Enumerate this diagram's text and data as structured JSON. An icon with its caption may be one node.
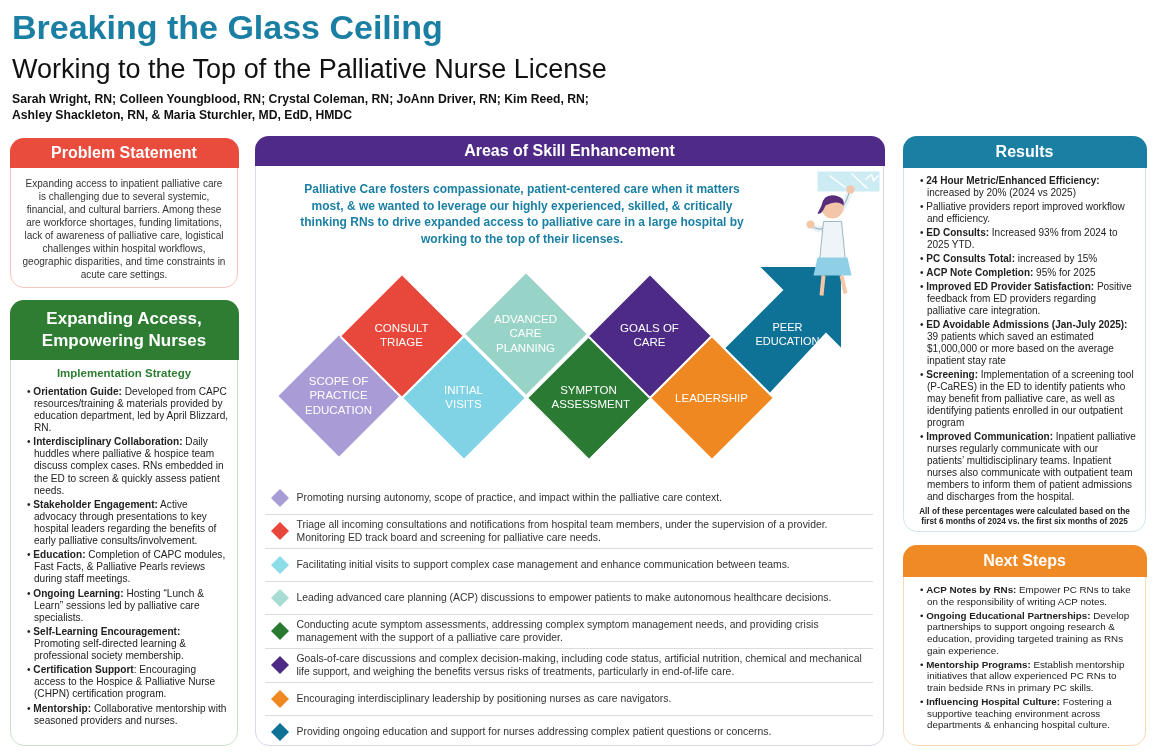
{
  "diagram": {
    "title": "Breaking the Glass Ceiling",
    "nodes": [
      {
        "text": [
          "Problem Statement",
          "Expanding access to inpatient palliative care is challenging due to several systemic, financial, and cultural barriers. Among these are workforce shortages, funding limitations, lack of awareness of palliative care, logistical challenges within hospital workflows, geographic disparities, and time constraints in acute care settings."
        ]
      },
      {
        "text": [
          "Expanding Access, Empowering Nurses",
          "Implementation Strategy",
          "• **Orientation Guide:**  Developed from CAPC resources/training & materials provided by education department, led by April Blizzard, RN.",
          "• **Interdisciplinary Collaboration:** Daily huddles where palliative & hospice team discuss complex cases. RNs embedded in the ED to screen & quickly assess patient needs.",
          "• **Stakeholder Engagement:** Active advocacy through presentations to key hospital leaders regarding the benefits of early palliative consults/involvement.",
          "• **Education:** Completion of CAPC modules, Fast Facts, & Palliative Pearls reviews during staff meetings.",
          "• **Ongoing Learning:** Hosting “Lunch & Learn” sessions led by palliative care specialists.",
          "• **Self-Learning Encouragement:** Promoting self-directed learning & professional society membership.",
          "• **Certification Support**: Encouraging access to the Hospice & Palliative Nurse (CHPN) certification program.",
          "• **Mentorship:** Collaborative mentorship with seasoned providers and nurses."
        ]
      },
      {
        "text": [
          "Areas of Skill Enhancement",
          "Palliative Care fosters compassionate, patient-centered care when it matters most, & we wanted to leverage our highly experienced, skilled, & critically thinking RNs to drive expanded access to palliative care in a large hospital by working to the top of their licenses."
        ]
      },
      {
        "text": [
          "SCOPE OF PRACTICE EDUCATION"
        ],
        "in": 2
      },
      {
        "text": [
          "CONSULT TRIAGE"
        ],
        "in": 2
      },
      {
        "text": [
          "INITIAL VISITS"
        ],
        "in": 2
      },
      {
        "text": [
          "ADVANCED CARE PLANNING"
        ],
        "in": 2
      },
      {
        "text": [
          "SYMPTON ASSESSMENT"
        ],
        "in": 2
      },
      {
        "text": [
          "GOALS OF CARE"
        ],
        "in": 2
      },
      {
        "text": [
          "LEADERSHIP"
        ],
        "in": 2
      },
      {
        "text": [
          "PEER EDUCATION"
        ],
        "in": 2
      },
      {
        "text": [
          "Results",
          "• **24 Hour Metric/Enhanced Efficiency:** increased by 20% (2024 vs 2025)",
          "• Palliative providers report improved workflow and efficiency.",
          "• **ED Consults:** Increased 93% from 2024 to 2025 YTD.",
          "• **PC Consults Total:** increased by 15%",
          "• **ACP Note Completion:** 95% for 2025",
          "• **Improved ED Provider Satisfaction:** Positive feedback from ED providers regarding palliative care integration.",
          "• **ED Avoidable Admissions (Jan-July 2025):** 39 patients which saved an estimated $1,000,000 or more based on the average inpatient stay rate",
          "• **Screening:** Implementation of a screening tool (P-CaRES) in the ED to identify patients who may benefit from palliative care, as well as identifying patients enrolled in our outpatient program",
          "• **Improved Communication:** Inpatient palliative nurses regularly communicate with our patients’ multidisciplinary teams.  Inpatient nurses also communicate with outpatient team members to inform them of patient admissions and discharges from the hospital.",
          "**All of these percentages were calculated based on the first 6 months of 2024 vs. the first six months of 2025**"
        ]
      },
      {
        "text": [
          "Next Steps",
          "• **ACP Notes by RNs:** Empower PC RNs to take on the responsibility of writing ACP notes.",
          "• **Ongoing Educational Partnerships:** Develop partnerships to support ongoing research & education, providing targeted training as RNs gain experience.",
          "• **Mentorship Programs:** Establish mentorship initiatives that allow experienced PC RNs to train bedside RNs in primary PC skills.",
          "• **Influencing Hospital Culture:** Fostering a supportive teaching environment across departments & enhancing hospital culture."
        ]
      }
    ],
    "labels": [
      "Working to the Top of the Palliative Nurse License",
      "Sarah Wright, RN; Colleen Youngblood, RN; Crystal Coleman, RN; JoAnn Driver, RN; Kim Reed, RN; Ashley Shackleton, RN, & Maria Sturchler, MD, EdD, HMDC"
    ],
    "legend": [
      {
        "text": "Promoting nursing autonomy, scope of practice, and impact within the palliative care context.",
        "color": "#a99cd6"
      },
      {
        "text": "Triage all incoming consultations and notifications from hospital team members, under the supervision of a provider. Monitoring ED track board and screening for palliative care needs.",
        "color": "#e8483b"
      },
      {
        "text": "Facilitating initial visits to support complex case management and enhance communication between teams.",
        "color": "#8cdce9"
      },
      {
        "text": "Leading advanced care planning (ACP) discussions to empower patients to make autonomous healthcare decisions.",
        "color": "#a9ddd3"
      },
      {
        "text": "Conducting acute symptom assessments, addressing complex symptom management needs, and providing crisis management with the support of a palliative care provider.",
        "color": "#2a7a34"
      },
      {
        "text": "Goals-of-care discussions and complex decision-making, including code status, artificial nutrition, chemical and mechanical life support, and weighing the benefits versus risks of treatments, particularly in end-of-life care.",
        "color": "#4c2a85"
      },
      {
        "text": "Encouraging interdisciplinary leadership by positioning nurses as care navigators.",
        "color": "#f08822"
      },
      {
        "text": "Providing ongoing education and support for nurses addressing complex patient questions or concerns.",
        "color": "#0e7196"
      }
    ]
  }
}
